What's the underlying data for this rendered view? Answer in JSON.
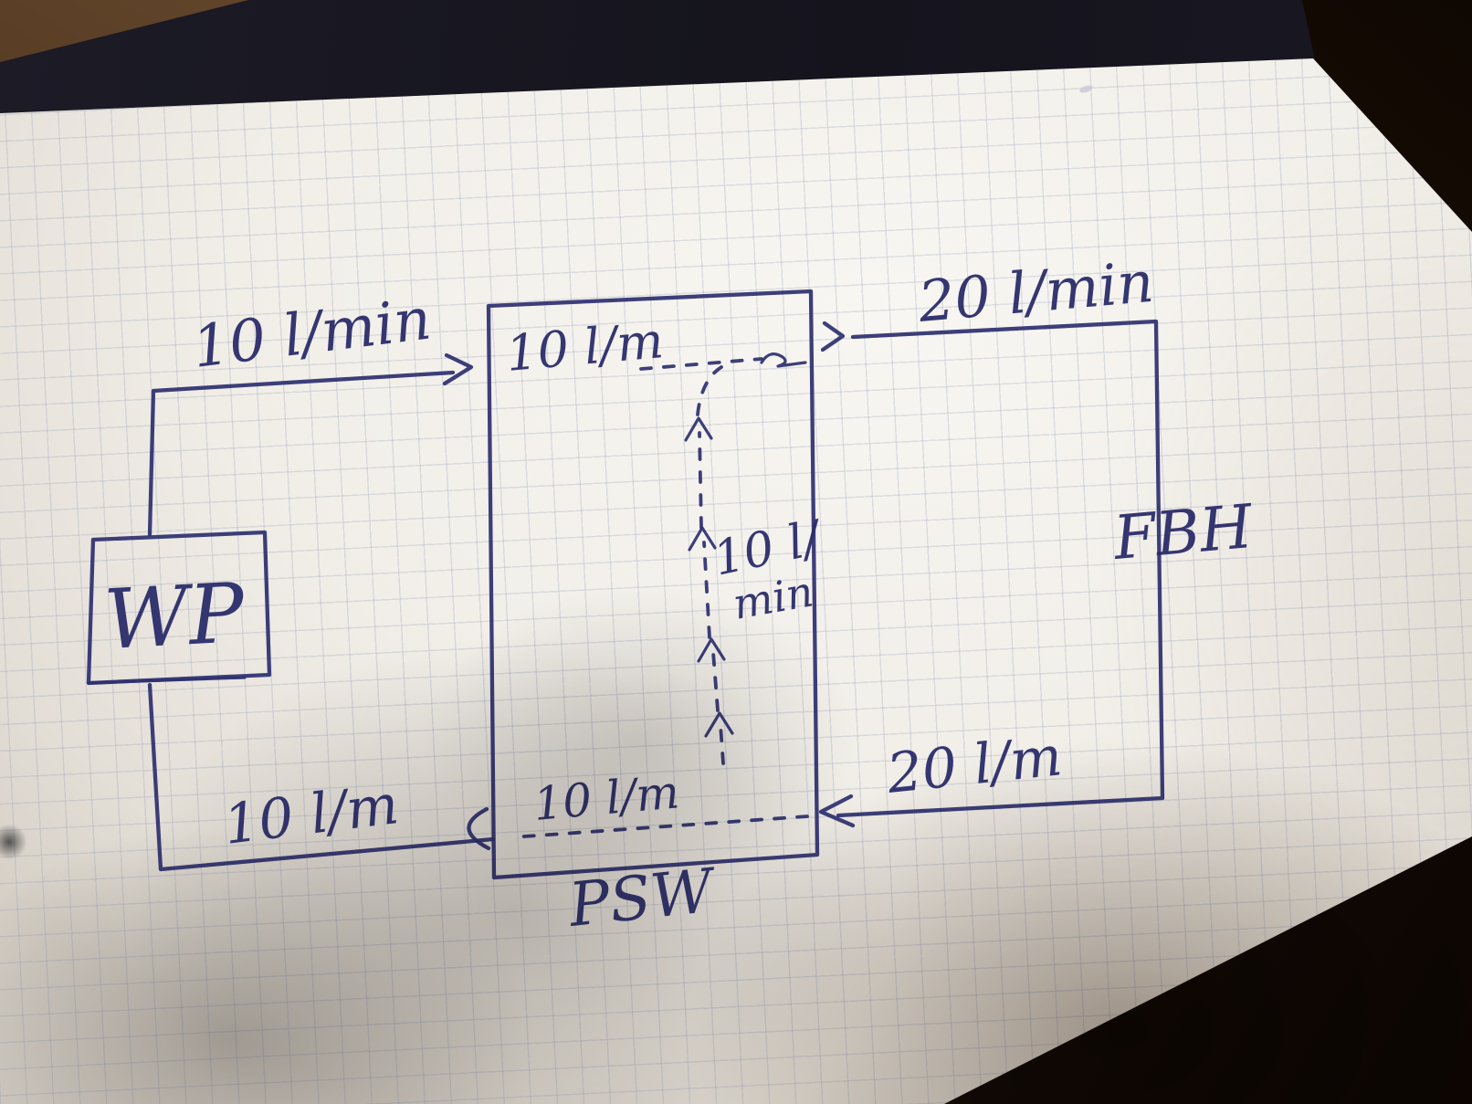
{
  "diagram": {
    "ink_color": "#2e3070",
    "nodes": {
      "heat_pump": {
        "label": "WP"
      },
      "buffer_tank": {
        "label": "PSW"
      },
      "floor_heating": {
        "label": "FBH"
      }
    },
    "flow_labels": {
      "wp_to_psw_top": "10 l/min",
      "psw_internal_top": "10 l/m",
      "psw_to_fbh_top": "20 l/min",
      "psw_internal_vertical_line1": "10 l/",
      "psw_internal_vertical_line2": "min",
      "psw_internal_bottom": "10 l/m",
      "fbh_to_psw_bottom": "20 l/m",
      "psw_to_wp_bottom": "10 l/m"
    }
  }
}
